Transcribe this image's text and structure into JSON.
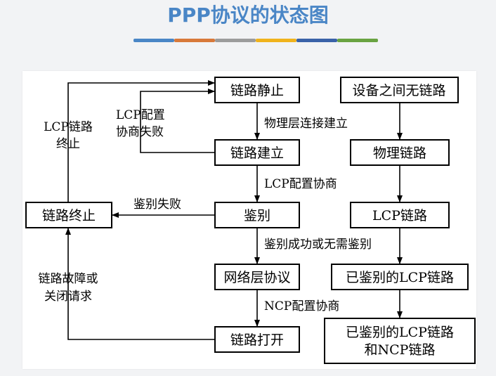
{
  "title": "PPP协议的状态图",
  "stripe_colors": [
    "#4a86c6",
    "#d8793a",
    "#9c9c9c",
    "#f0b31c",
    "#3a62a8",
    "#6aa342"
  ],
  "nodes": {
    "link_idle": "链路静止",
    "link_established": "链路建立",
    "authentication": "鉴别",
    "network_protocol": "网络层协议",
    "link_open": "链路打开",
    "link_terminate": "链路终止",
    "no_link": "设备之间无链路",
    "physical_link": "物理链路",
    "lcp_link": "LCP链路",
    "auth_lcp_link": "已鉴别的LCP链路",
    "auth_lcp_ncp_line1": "已鉴别的LCP链路",
    "auth_lcp_ncp_line2": "和NCP链路"
  },
  "labels": {
    "physical_layer_connect": "物理层连接建立",
    "lcp_negotiate": "LCP配置协商",
    "auth_success": "鉴别成功或无需鉴别",
    "ncp_negotiate": "NCP配置协商",
    "auth_fail": "鉴别失败",
    "lcp_fail_line1": "LCP配置",
    "lcp_fail_line2": "协商失败",
    "lcp_terminate_line1": "LCP链路",
    "lcp_terminate_line2": "终止",
    "fault_line1": "链路故障或",
    "fault_line2": "关闭请求"
  }
}
